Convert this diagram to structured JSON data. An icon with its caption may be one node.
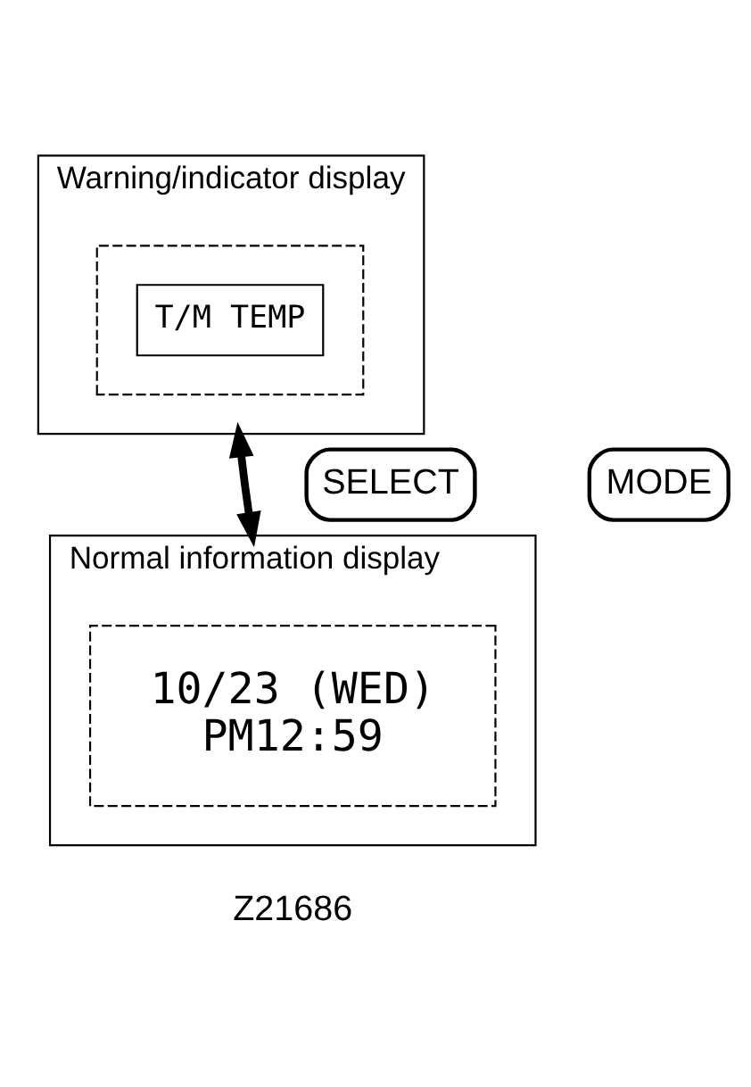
{
  "diagram": {
    "nodes": [
      {
        "text": [
          "Warning/indicator display"
        ]
      },
      {
        "text": [],
        "shape": "box",
        "in": 0
      },
      {
        "text": [
          "T/M TEMP"
        ],
        "in": 1
      },
      {
        "text": [
          "Normal information display"
        ]
      },
      {
        "text": [
          "10/23 (WED)",
          "PM12:59"
        ],
        "in": 3
      },
      {
        "text": [
          "SELECT"
        ]
      },
      {
        "text": [
          "MODE"
        ]
      }
    ],
    "edges": [
      {
        "from": 0,
        "to": 3,
        "arrow": "both"
      }
    ],
    "labels": [
      "Z21686"
    ]
  }
}
